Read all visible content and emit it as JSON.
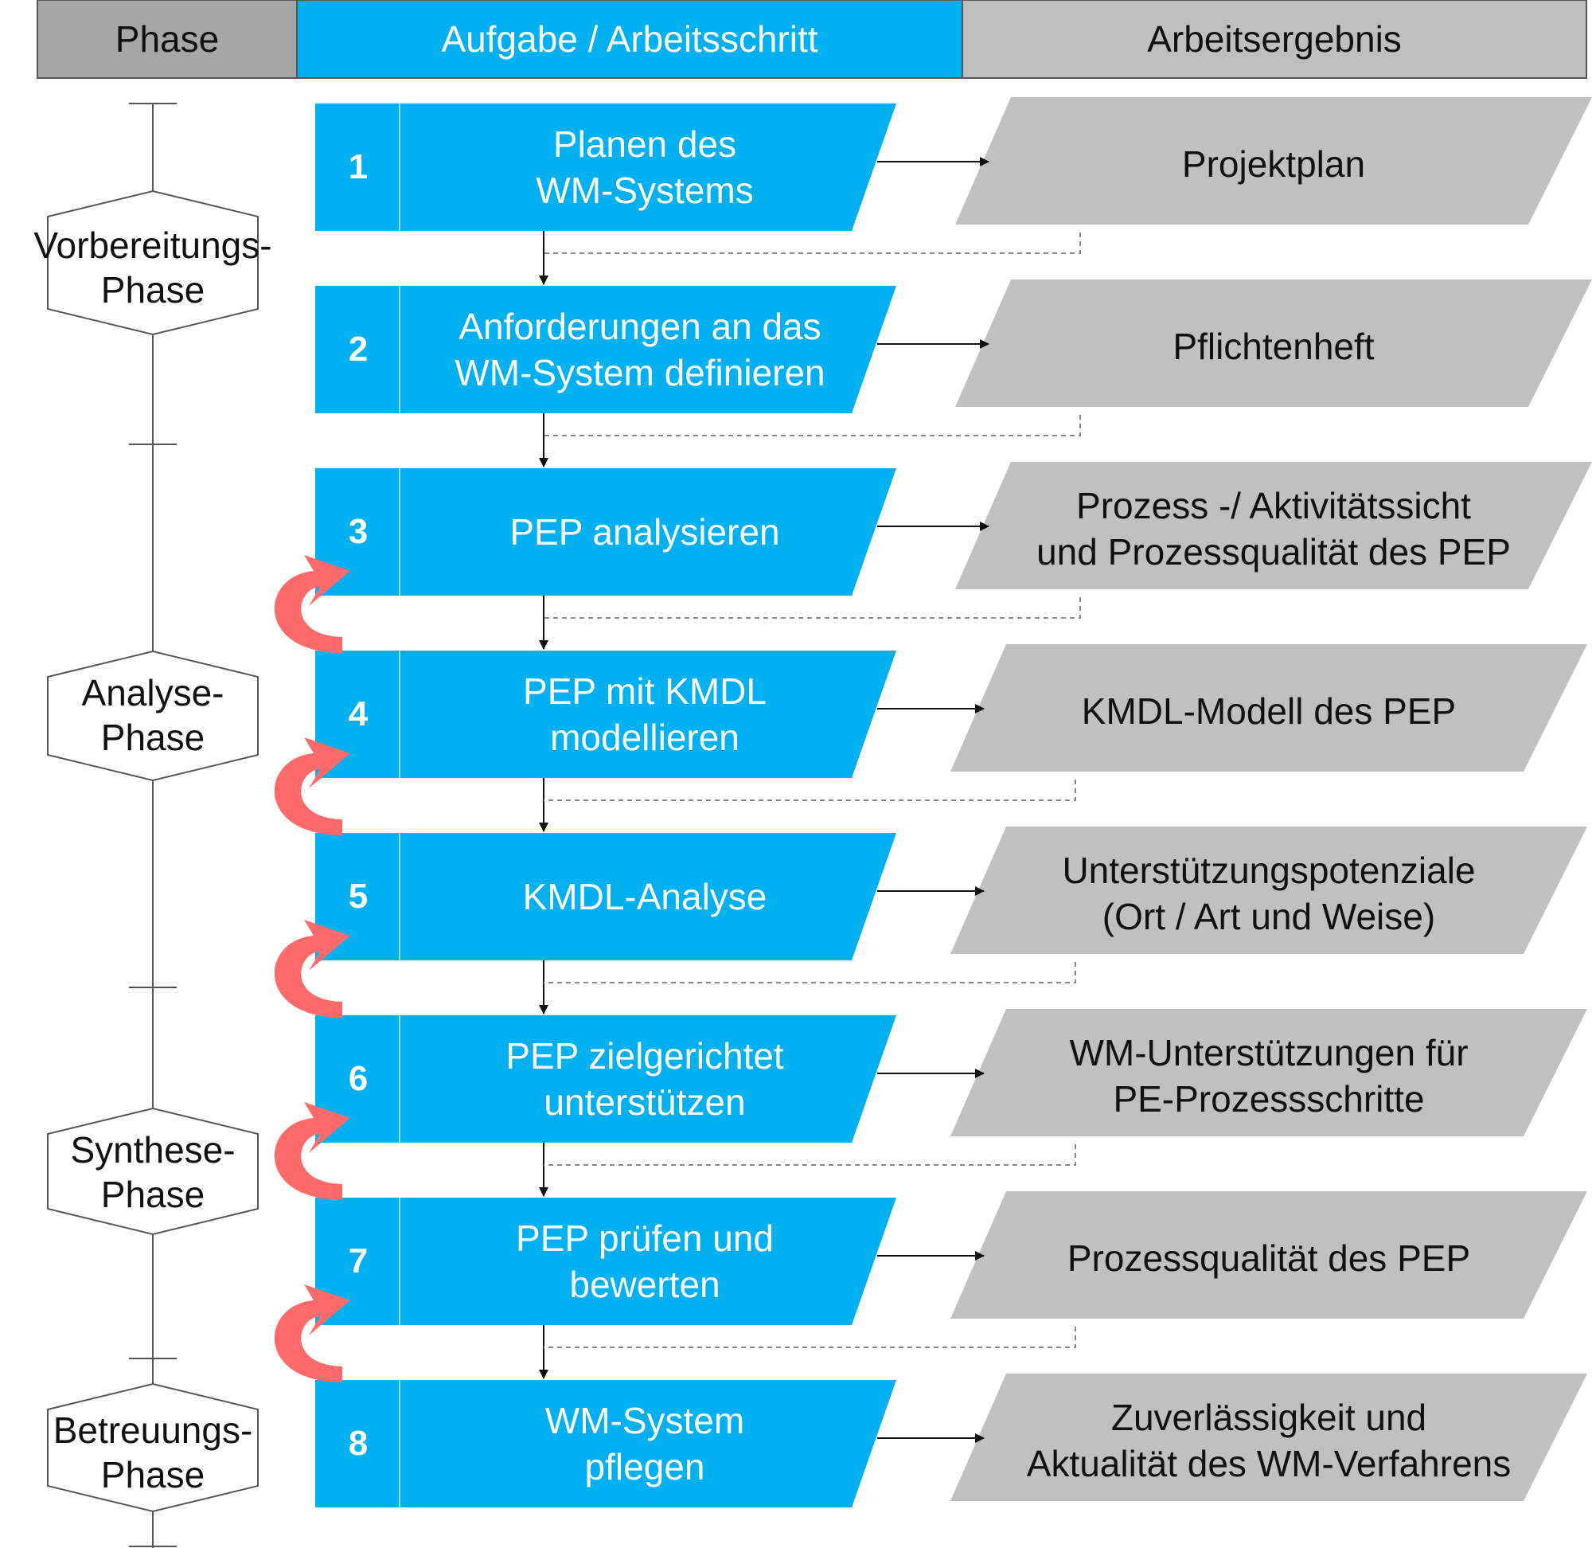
{
  "header": {
    "phase": "Phase",
    "task": "Aufgabe / Arbeitsschritt",
    "result": "Arbeitsergebnis"
  },
  "colors": {
    "header_phase": "#a6a6a6",
    "header_task": "#00b0f0",
    "header_result": "#bfbfbf",
    "task_fill": "#00b0f0",
    "result_fill": "#c0c0c0",
    "loop_arrow": "#ff6b6b"
  },
  "phases": [
    {
      "line1": "Vorbereitungs-",
      "line2": "Phase"
    },
    {
      "line1": "Analyse-",
      "line2": "Phase"
    },
    {
      "line1": "Synthese-",
      "line2": "Phase"
    },
    {
      "line1": "Betreuungs-",
      "line2": "Phase"
    }
  ],
  "steps": [
    {
      "num": "1",
      "task": [
        "Planen des",
        "WM-Systems"
      ],
      "result": [
        "Projektplan"
      ]
    },
    {
      "num": "2",
      "task": [
        "Anforderungen an das",
        "WM-System definieren"
      ],
      "result": [
        "Pflichtenheft"
      ]
    },
    {
      "num": "3",
      "task": [
        "PEP analysieren"
      ],
      "result": [
        "Prozess -/ Aktivitätssicht",
        "und Prozessqualität des PEP"
      ]
    },
    {
      "num": "4",
      "task": [
        "PEP mit KMDL",
        "modellieren"
      ],
      "result": [
        "KMDL-Modell des PEP"
      ]
    },
    {
      "num": "5",
      "task": [
        "KMDL-Analyse"
      ],
      "result": [
        "Unterstützungspotenziale",
        "(Ort / Art und Weise)"
      ]
    },
    {
      "num": "6",
      "task": [
        "PEP zielgerichtet",
        "unterstützen"
      ],
      "result": [
        "WM-Unterstützungen für",
        "PE-Prozessschritte"
      ]
    },
    {
      "num": "7",
      "task": [
        "PEP prüfen und",
        "bewerten"
      ],
      "result": [
        "Prozessqualität des PEP"
      ]
    },
    {
      "num": "8",
      "task": [
        "WM-System",
        "pflegen"
      ],
      "result": [
        "Zuverlässigkeit und",
        "Aktualität des WM-Verfahrens"
      ]
    }
  ],
  "loop_arrows": [
    "3",
    "4",
    "5",
    "6",
    "7"
  ]
}
